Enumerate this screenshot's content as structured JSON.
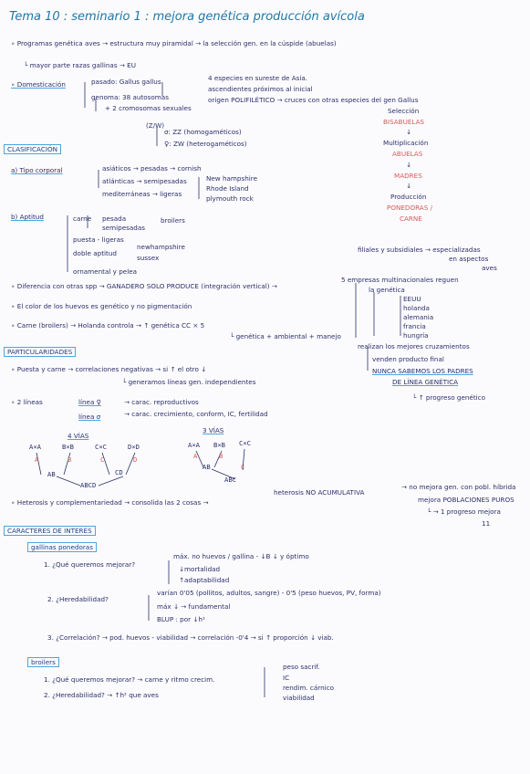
{
  "title": "Tema 10 : seminario 1 : mejora genética producción avícola",
  "lines": {
    "l1": "∘ Programas genética aves → estructura muy piramidal → la selección gen. en la cúspide (abuelas)",
    "l2": "└ mayor parte razas gallinas → EU",
    "dom": "∘ Domesticación",
    "dom1": "pasado: Gallus gallus",
    "dom2": "genoma: 38 autosomas",
    "dom3": "+ 2 cromosomas sexuales",
    "dom4": "(Z/W)",
    "dom5": "σ: ZZ (homogaméticos)",
    "dom6": "♀: ZW (heterogaméticos)",
    "dom7": "4 especies en sureste de Asia.",
    "dom8": "ascendientes próximos al inicial",
    "dom9": "origen POLIFILÉTICO → cruces con otras especies del gen Gallus"
  },
  "pyramid": [
    "Selección",
    "BISABUELAS",
    "↓",
    "Multiplicación",
    "ABUELAS",
    "↓",
    "MADRES",
    "↓",
    "Producción",
    "PONEDORAS /",
    "CARNE"
  ],
  "clas": {
    "header": "CLASIFICACIÓN",
    "a": "a) Tipo corporal",
    "a1": "asiáticos → pesadas → cornish",
    "a2": "atlánticas → semipesadas",
    "a3": "mediterráneas → ligeras",
    "a4": "New hampshire",
    "a5": "Rhode Island",
    "a6": "plymouth rock",
    "b": "b) Aptitud",
    "b1": "carne",
    "b2": "pesada",
    "b3": "semipesadas",
    "b4": "broilers",
    "b5": "puesta - ligeras",
    "b6": "doble aptitud",
    "b7": "newhampshire",
    "b8": "sussex",
    "b9": "ornamental y pelea"
  },
  "right": {
    "r1": "filiales y subsidiales → especializadas",
    "r2": "en aspectos",
    "r3": "aves",
    "r4": "5 empresas multinacionales reguen",
    "r5": "la genética",
    "r6": "EEUU",
    "r7": "holanda",
    "r8": "alemania",
    "r9": "francia",
    "r10": "hungría",
    "r11": "realizan los mejores cruzamientos",
    "r12": "venden producto final",
    "r13": "NUNCA SABEMOS LOS PADRES",
    "r14": "DE LÍNEA GENÉTICA",
    "r15": "└ ↑ progreso genético"
  },
  "mid": {
    "m1": "∘ Diferencia con otras spp → GANADERO SOLO PRODUCE (integración vertical) →",
    "m2": "∘ El color de los huevos es genético y no pigmentación",
    "m3": "∘ Carne (broilers) → Holanda controla → ↑ genética CC × 5",
    "m4": "└ genética + ambiental + manejo"
  },
  "part": {
    "header": "PARTICULARIDADES",
    "p1": "∘ Puesta y carne → correlaciones negativas → si ↑ el otro ↓",
    "p2": "└ generamos líneas gen. independientes",
    "p3": "∘ 2 líneas",
    "p4": "línea ♀",
    "p5": "→ carac. reproductivos",
    "p6": "línea σ",
    "p7": "→ carac. crecimiento, conform, IC, fertilidad",
    "v4": "4 VÍAS",
    "v3": "3 VÍAS"
  },
  "cross4": [
    "A×A",
    "B×B",
    "C×C",
    "D×D",
    "A",
    "B",
    "C",
    "D",
    "AB",
    "CD",
    "ABCD"
  ],
  "cross3": [
    "A×A",
    "B×B",
    "C×C",
    "A",
    "B",
    "C",
    "AB",
    "ABC"
  ],
  "het": {
    "h1": "∘ Heterosis y complementariedad → consolida las 2 cosas →",
    "h2": "heterosis NO ACUMULATIVA",
    "h3": "→ no mejora gen. con pobl. híbrida",
    "h4": "mejora POBLACIONES PUROS",
    "h5": "└ → 1 progreso mejora",
    "h6": "11"
  },
  "car": {
    "header": "CARACTERES DE INTERÉS",
    "sub1": "gallinas ponedoras",
    "q1": "1. ¿Qué queremos mejorar?",
    "q1a": "máx. no huevos / gallina - ↓B ↓ y óptimo",
    "q1b": "↓mortalidad",
    "q1c": "↑adaptabilidad",
    "q2": "2. ¿Heredabilidad?",
    "q2a": "varían 0'05 (pollitos, adultos, sangre) - 0'5 (peso huevos, PV, forma)",
    "q2b": "máx ↓ → fundamental",
    "q2c": "BLUP : por ↓h²",
    "q3": "3. ¿Correlación? → pod. huevos - viabilidad → correlación -0'4 → si ↑ proporción ↓ viab.",
    "sub2": "broilers",
    "b1": "1. ¿Qué queremos mejorar? → carne y ritmo crecim.",
    "b2": "2. ¿Heredabilidad? → ↑h² que aves",
    "b3": "peso sacrif.",
    "b4": "IC",
    "b5": "rendim. cárnico",
    "b6": "viabilidad"
  },
  "colors": {
    "ink": "#2b2f6b",
    "accent": "#4aa6e0",
    "red": "#d65b5b",
    "title": "#1f77a8"
  }
}
